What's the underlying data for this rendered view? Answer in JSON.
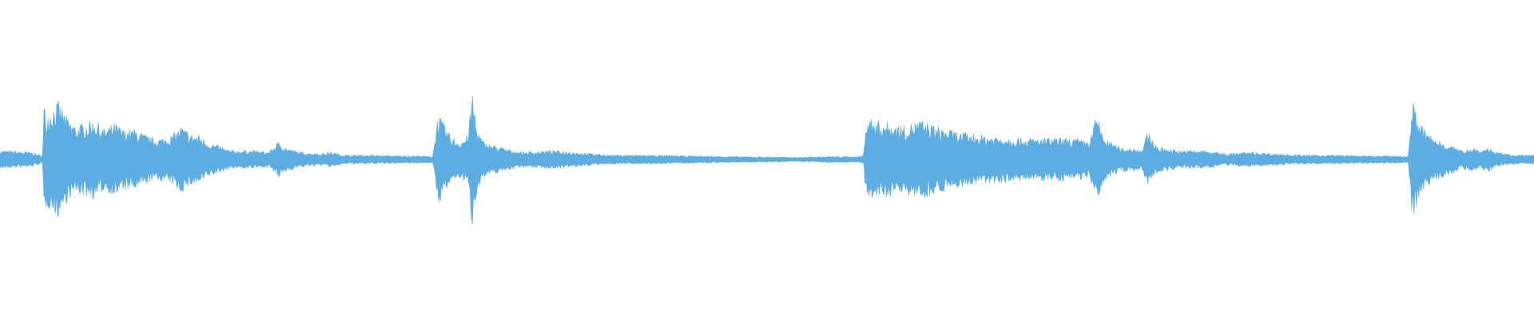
{
  "waveform": {
    "color": "#5dade2",
    "background": "#ffffff",
    "envelope": [
      [
        0,
        0.06
      ],
      [
        0.02,
        0.05
      ],
      [
        0.026,
        0.03
      ],
      [
        0.028,
        0.03
      ],
      [
        0.0285,
        0.38
      ],
      [
        0.03,
        0.3
      ],
      [
        0.038,
        0.38
      ],
      [
        0.045,
        0.26
      ],
      [
        0.05,
        0.22
      ],
      [
        0.055,
        0.24
      ],
      [
        0.062,
        0.26
      ],
      [
        0.068,
        0.2
      ],
      [
        0.075,
        0.24
      ],
      [
        0.08,
        0.2
      ],
      [
        0.088,
        0.2
      ],
      [
        0.095,
        0.16
      ],
      [
        0.1,
        0.14
      ],
      [
        0.105,
        0.14
      ],
      [
        0.112,
        0.16
      ],
      [
        0.118,
        0.22
      ],
      [
        0.124,
        0.17
      ],
      [
        0.13,
        0.16
      ],
      [
        0.135,
        0.12
      ],
      [
        0.14,
        0.1
      ],
      [
        0.15,
        0.06
      ],
      [
        0.165,
        0.06
      ],
      [
        0.175,
        0.05
      ],
      [
        0.182,
        0.12
      ],
      [
        0.186,
        0.08
      ],
      [
        0.195,
        0.05
      ],
      [
        0.21,
        0.04
      ],
      [
        0.215,
        0.05
      ],
      [
        0.225,
        0.03
      ],
      [
        0.24,
        0.03
      ],
      [
        0.26,
        0.025
      ],
      [
        0.275,
        0.025
      ],
      [
        0.282,
        0.02
      ],
      [
        0.2855,
        0.3
      ],
      [
        0.29,
        0.22
      ],
      [
        0.295,
        0.14
      ],
      [
        0.3,
        0.12
      ],
      [
        0.305,
        0.16
      ],
      [
        0.308,
        0.44
      ],
      [
        0.311,
        0.2
      ],
      [
        0.315,
        0.12
      ],
      [
        0.32,
        0.1
      ],
      [
        0.33,
        0.07
      ],
      [
        0.34,
        0.05
      ],
      [
        0.36,
        0.06
      ],
      [
        0.375,
        0.05
      ],
      [
        0.385,
        0.04
      ],
      [
        0.4,
        0.03
      ],
      [
        0.42,
        0.03
      ],
      [
        0.45,
        0.025
      ],
      [
        0.48,
        0.02
      ],
      [
        0.52,
        0.015
      ],
      [
        0.54,
        0.02
      ],
      [
        0.56,
        0.02
      ],
      [
        0.563,
        0.03
      ],
      [
        0.5645,
        0.28
      ],
      [
        0.57,
        0.26
      ],
      [
        0.58,
        0.24
      ],
      [
        0.59,
        0.22
      ],
      [
        0.6,
        0.26
      ],
      [
        0.61,
        0.22
      ],
      [
        0.625,
        0.18
      ],
      [
        0.64,
        0.16
      ],
      [
        0.655,
        0.15
      ],
      [
        0.67,
        0.14
      ],
      [
        0.685,
        0.14
      ],
      [
        0.7,
        0.14
      ],
      [
        0.71,
        0.12
      ],
      [
        0.715,
        0.3
      ],
      [
        0.72,
        0.14
      ],
      [
        0.73,
        0.08
      ],
      [
        0.745,
        0.07
      ],
      [
        0.748,
        0.18
      ],
      [
        0.755,
        0.08
      ],
      [
        0.77,
        0.06
      ],
      [
        0.785,
        0.06
      ],
      [
        0.8,
        0.04
      ],
      [
        0.815,
        0.05
      ],
      [
        0.83,
        0.04
      ],
      [
        0.85,
        0.03
      ],
      [
        0.87,
        0.03
      ],
      [
        0.89,
        0.025
      ],
      [
        0.91,
        0.025
      ],
      [
        0.918,
        0.02
      ],
      [
        0.9205,
        0.4
      ],
      [
        0.925,
        0.25
      ],
      [
        0.93,
        0.18
      ],
      [
        0.935,
        0.14
      ],
      [
        0.94,
        0.12
      ],
      [
        0.945,
        0.1
      ],
      [
        0.952,
        0.06
      ],
      [
        0.96,
        0.08
      ],
      [
        0.965,
        0.06
      ],
      [
        0.97,
        0.08
      ],
      [
        0.975,
        0.05
      ],
      [
        0.98,
        0.04
      ],
      [
        0.99,
        0.03
      ],
      [
        1.0,
        0.03
      ]
    ],
    "samples": 1920,
    "seed": 7
  }
}
